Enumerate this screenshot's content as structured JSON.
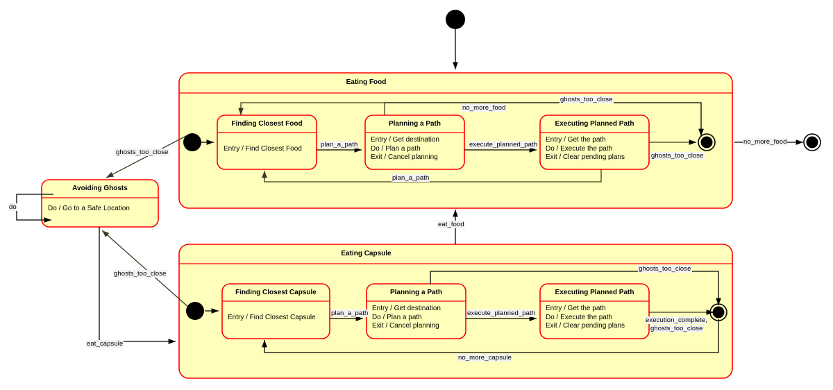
{
  "diagram": {
    "type": "uml-state-machine",
    "colors": {
      "state_fill": "#ffffbb",
      "state_border": "#ff0000",
      "transition_line": "#000000",
      "label_bg": "#f2f2f2",
      "canvas": "#ffffff"
    },
    "composites": [
      {
        "id": "eating-food",
        "title": "Eating Food",
        "states": [
          {
            "id": "finding-closest-food",
            "title": "Finding Closest Food",
            "body": "Entry / Find Closest Food"
          },
          {
            "id": "planning-a-path-food",
            "title": "Planning a Path",
            "body": "Entry / Get destination\nDo / Plan a path\nExit / Cancel planning"
          },
          {
            "id": "executing-planned-path-food",
            "title": "Executing Planned Path",
            "body": "Entry / Get the path\nDo / Execute the path\nExit / Clear pending plans"
          }
        ],
        "transitions": [
          "plan_a_path",
          "execute_planned_path",
          "no_more_food",
          "ghosts_too_close",
          "ghosts_too_close",
          "plan_a_path"
        ]
      },
      {
        "id": "eating-capsule",
        "title": "Eating Capsule",
        "states": [
          {
            "id": "finding-closest-capsule",
            "title": "Finding Closest Capsule",
            "body": "Entry / Find Closest Capsule"
          },
          {
            "id": "planning-a-path-capsule",
            "title": "Planning a Path",
            "body": "Entry / Get destination\nDo / Plan a path\nExit / Cancel planning"
          },
          {
            "id": "executing-planned-path-capsule",
            "title": "Executing Planned Path",
            "body": "Entry / Get the path\nDo / Execute the path\nExit / Clear pending plans"
          }
        ],
        "transitions": [
          "plan_a_path",
          "execute_planned_path",
          "ghosts_too_close",
          "execution_complete,",
          "ghosts_too_close",
          "no_more_capsule"
        ]
      }
    ],
    "simple_states": [
      {
        "id": "avoiding-ghosts",
        "title": "Avoiding Ghosts",
        "body": "Do / Go to a Safe Location"
      }
    ],
    "labels": {
      "food_plan_a_path": "plan_a_path",
      "food_execute_planned_path": "execute_planned_path",
      "food_no_more_food": "no_more_food",
      "food_ghosts_too_close_top": "ghosts_too_close",
      "food_ghosts_too_close_exec": "ghosts_too_close",
      "food_plan_a_path_back": "plan_a_path",
      "exit_no_more_food": "no_more_food",
      "eat_food": "eat_food",
      "eat_capsule": "eat_capsule",
      "ghosts_too_close_from_food": "ghosts_too_close",
      "ghosts_too_close_from_capsule": "ghosts_too_close",
      "avoiding_do": "do",
      "cap_plan_a_path": "plan_a_path",
      "cap_execute_planned_path": "execute_planned_path",
      "cap_ghosts_too_close_top": "ghosts_too_close",
      "cap_execution_complete_1": "execution_complete,",
      "cap_execution_complete_2": "ghosts_too_close",
      "cap_no_more_capsule": "no_more_capsule"
    },
    "nodes": {
      "initial_top": "initial-state",
      "initial_food": "initial-state",
      "initial_capsule": "initial-state",
      "final_food": "final-state",
      "final_capsule": "final-state",
      "final_outer": "final-state"
    }
  }
}
